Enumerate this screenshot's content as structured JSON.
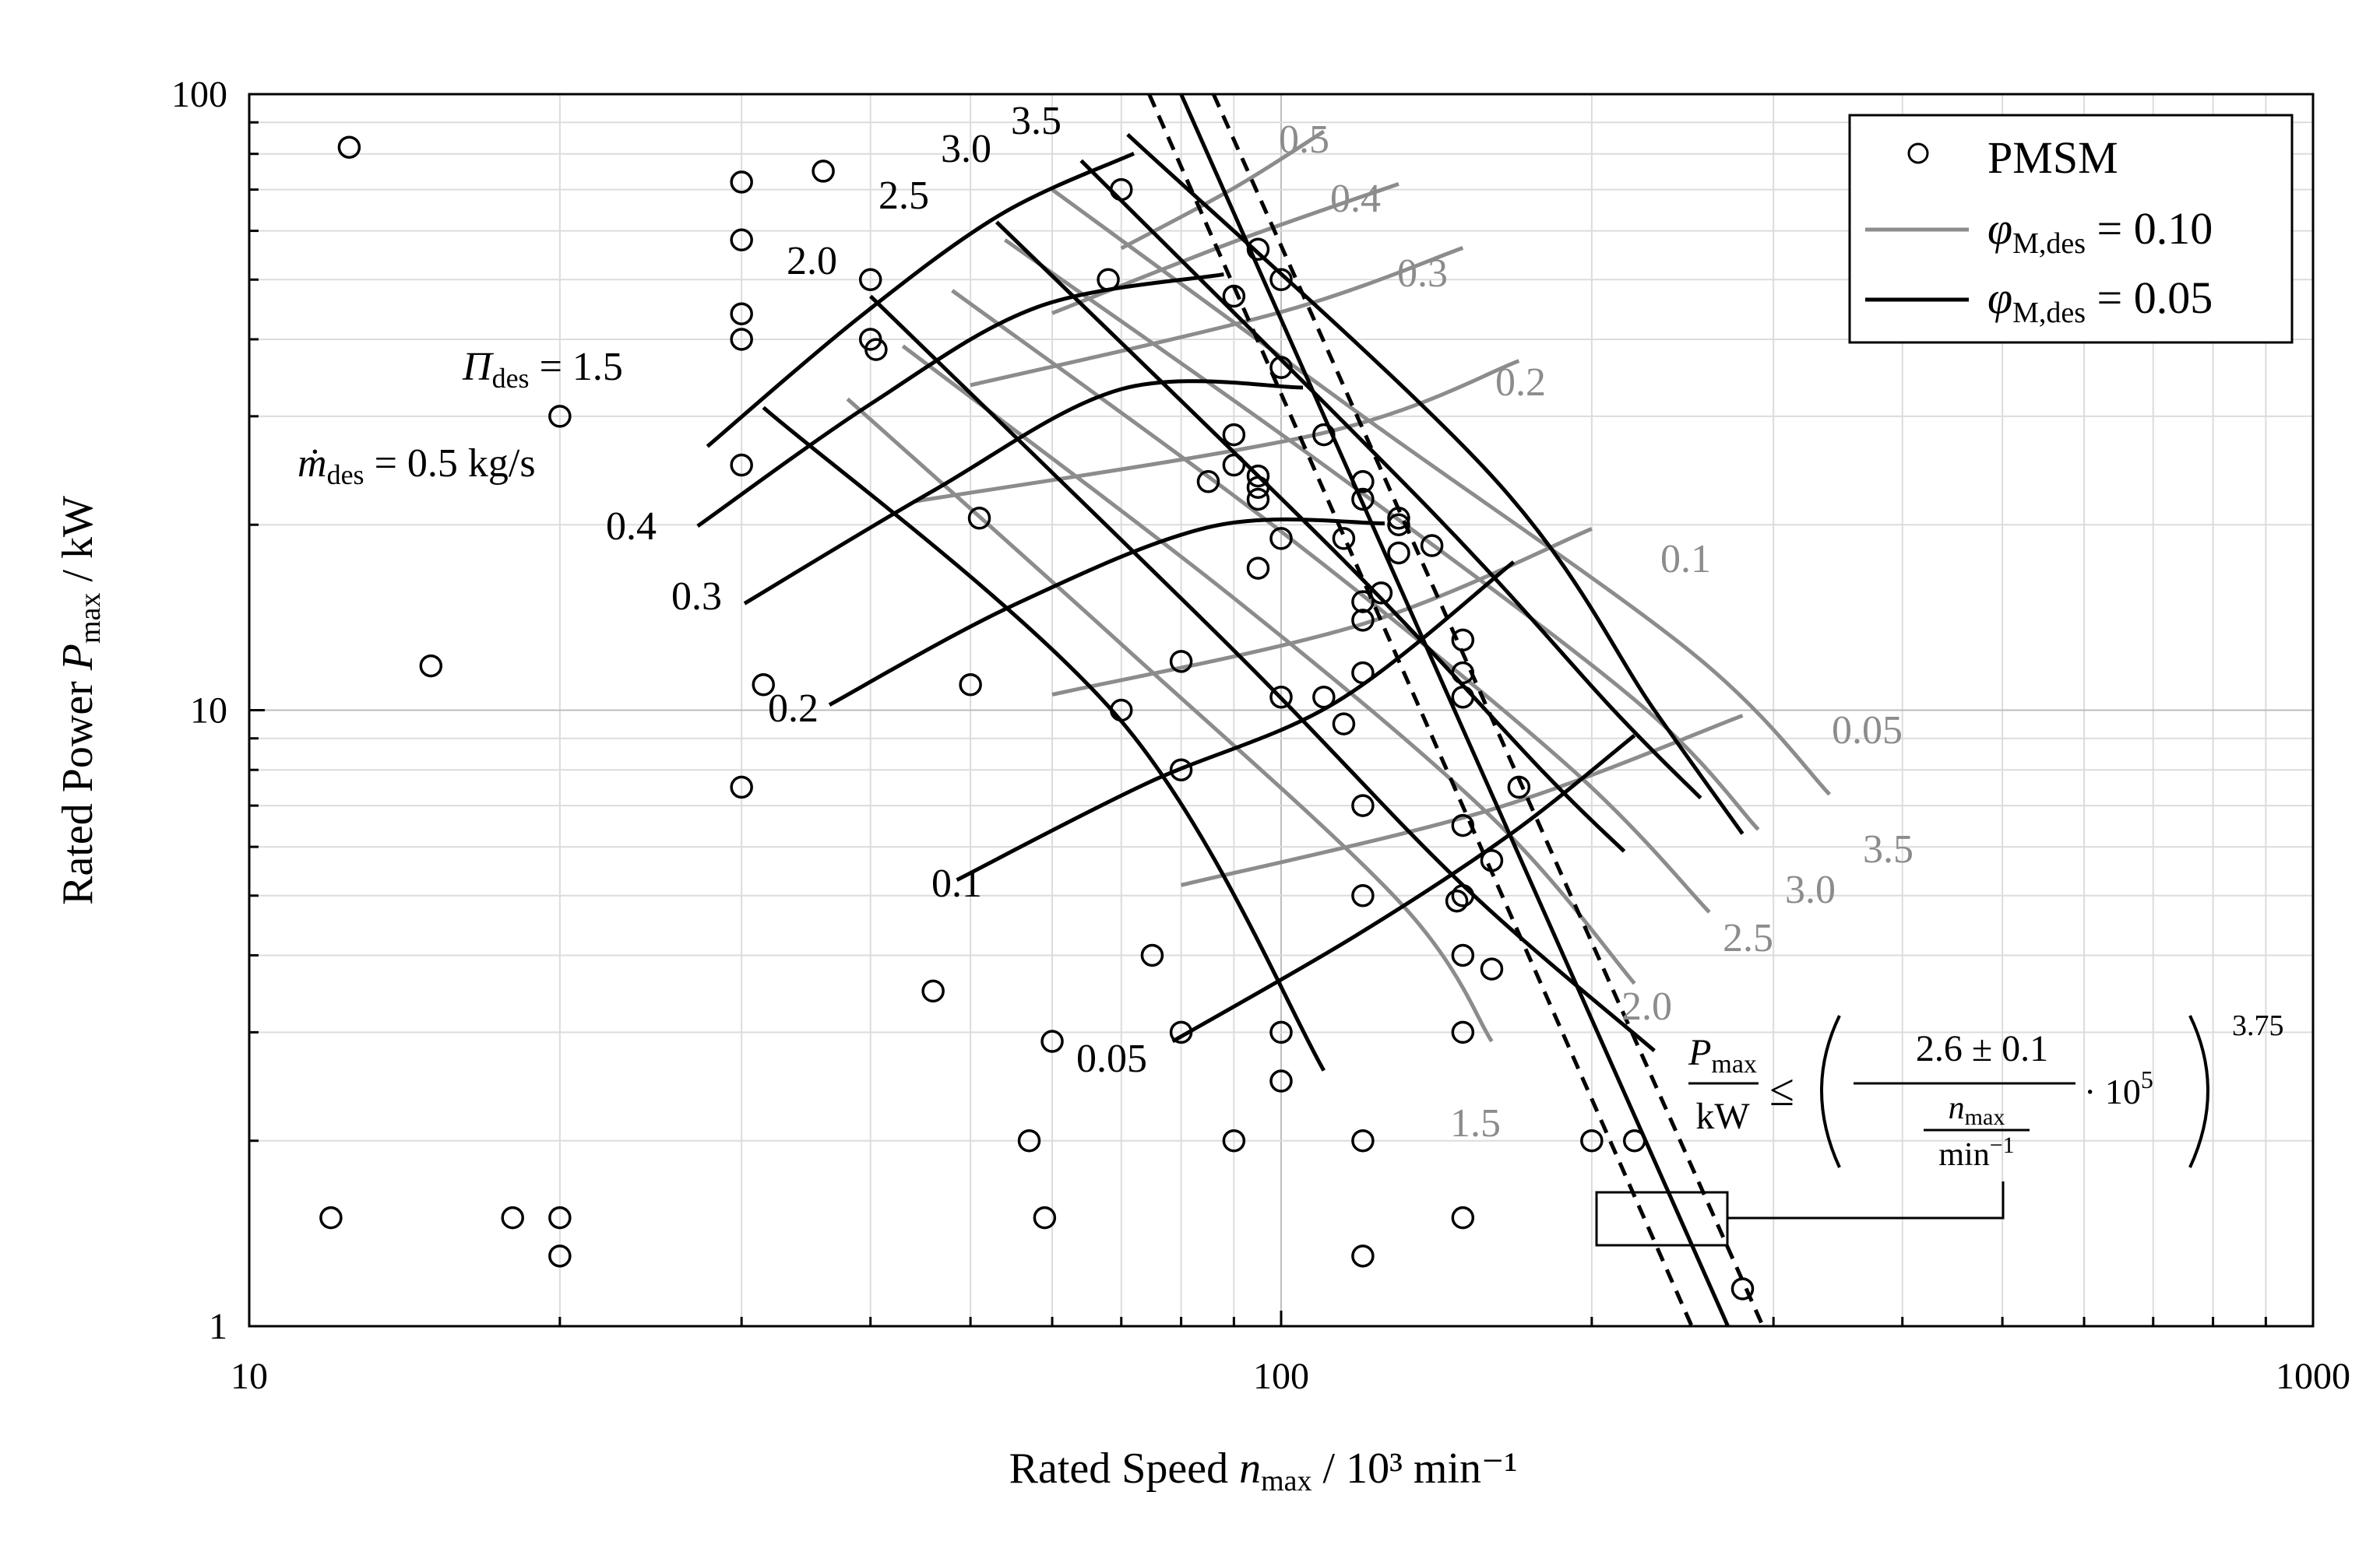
{
  "chart_data": {
    "type": "scatter",
    "x_scale": "log",
    "y_scale": "log",
    "xlim": [
      10,
      1000
    ],
    "ylim": [
      1,
      100
    ],
    "x_ticks": [
      "10",
      "100",
      "1000"
    ],
    "y_ticks": [
      "1",
      "10",
      "100"
    ],
    "grid": true,
    "legend_position": "top-right",
    "xlabel": {
      "main": "Rated Speed ",
      "var": "n",
      "sub": "max",
      "unit": " / 10³ min⁻¹"
    },
    "ylabel": {
      "main": "Rated Power ",
      "var": "P",
      "sub": "max",
      "unit": " / kW"
    },
    "legend": [
      {
        "marker": "circle",
        "text": "PMSM"
      },
      {
        "marker": "line",
        "color": "#8c8c8c",
        "var": "φ",
        "sub": "M,des",
        "text": " = 0.10"
      },
      {
        "marker": "line",
        "color": "#000000",
        "var": "φ",
        "sub": "M,des",
        "text": " = 0.05"
      }
    ],
    "scatter_points": [
      [
        12.5,
        82
      ],
      [
        12,
        1.5
      ],
      [
        15,
        11.8
      ],
      [
        18,
        1.5
      ],
      [
        20,
        1.5
      ],
      [
        20,
        1.3
      ],
      [
        20,
        30
      ],
      [
        30,
        72
      ],
      [
        30,
        58
      ],
      [
        30,
        44
      ],
      [
        30,
        40
      ],
      [
        30,
        25
      ],
      [
        30,
        7.5
      ],
      [
        31.5,
        11
      ],
      [
        36,
        75
      ],
      [
        40,
        50
      ],
      [
        40,
        40
      ],
      [
        40.5,
        38.5
      ],
      [
        46,
        3.5
      ],
      [
        51,
        20.5
      ],
      [
        50,
        11
      ],
      [
        57,
        2
      ],
      [
        60,
        2.9
      ],
      [
        59,
        1.5
      ],
      [
        68,
        50
      ],
      [
        70,
        70
      ],
      [
        70,
        10
      ],
      [
        75,
        4
      ],
      [
        80,
        12
      ],
      [
        80,
        8
      ],
      [
        80,
        3
      ],
      [
        85,
        23.5
      ],
      [
        90,
        47
      ],
      [
        90,
        28
      ],
      [
        90,
        25
      ],
      [
        90,
        2
      ],
      [
        95,
        56
      ],
      [
        95,
        24
      ],
      [
        95,
        23
      ],
      [
        95,
        22
      ],
      [
        95,
        17
      ],
      [
        100,
        50
      ],
      [
        100,
        36
      ],
      [
        100,
        19
      ],
      [
        100,
        10.5
      ],
      [
        100,
        3
      ],
      [
        100,
        2.5
      ],
      [
        110,
        28
      ],
      [
        110,
        10.5
      ],
      [
        115,
        19
      ],
      [
        115,
        9.5
      ],
      [
        120,
        23.5
      ],
      [
        120,
        22
      ],
      [
        120,
        15
      ],
      [
        120,
        14
      ],
      [
        120,
        11.5
      ],
      [
        120,
        7
      ],
      [
        120,
        5
      ],
      [
        120,
        2
      ],
      [
        120,
        1.3
      ],
      [
        125,
        15.5
      ],
      [
        130,
        20.5
      ],
      [
        130,
        20
      ],
      [
        130,
        18
      ],
      [
        140,
        18.5
      ],
      [
        150,
        13
      ],
      [
        150,
        11.5
      ],
      [
        150,
        10.5
      ],
      [
        150,
        6.5
      ],
      [
        150,
        5
      ],
      [
        148,
        4.9
      ],
      [
        150,
        4
      ],
      [
        150,
        3
      ],
      [
        150,
        1.5
      ],
      [
        160,
        5.7
      ],
      [
        160,
        3.8
      ],
      [
        170,
        7.5
      ],
      [
        200,
        2
      ],
      [
        220,
        2
      ],
      [
        280,
        1.15
      ]
    ],
    "mdot_label": {
      "var": "ṁ",
      "sub": "des",
      "text": " = 0.5 kg/s"
    },
    "pi_label": {
      "var": "Π",
      "sub": "des",
      "text": " = 1.5"
    },
    "series_black_mdot": [
      {
        "name": "0.5",
        "points": [
          [
            27.8,
            26.8
          ],
          [
            39,
            43.4
          ],
          [
            53.5,
            63.8
          ],
          [
            72,
            80.1
          ]
        ]
      },
      {
        "name": "0.4",
        "points": [
          [
            27.2,
            19.9
          ],
          [
            40,
            31.4
          ],
          [
            58,
            45.1
          ],
          [
            88,
            51.0
          ]
        ]
      },
      {
        "name": "0.3",
        "points": [
          [
            30.2,
            14.9
          ],
          [
            46,
            22.7
          ],
          [
            70,
            33.2
          ],
          [
            105,
            33.4
          ]
        ]
      },
      {
        "name": "0.2",
        "points": [
          [
            36.5,
            10.2
          ],
          [
            55,
            14.8
          ],
          [
            86,
            19.9
          ],
          [
            126,
            20.1
          ]
        ]
      },
      {
        "name": "0.1",
        "points": [
          [
            48.5,
            5.3
          ],
          [
            74,
            7.6
          ],
          [
            113,
            10.3
          ],
          [
            168,
            17.4
          ]
        ]
      },
      {
        "name": "0.05",
        "points": [
          [
            78.5,
            2.9
          ],
          [
            118,
            4.3
          ],
          [
            167,
            6.3
          ],
          [
            220,
            9.1
          ]
        ]
      }
    ],
    "series_black_pi": [
      {
        "name": "1.5",
        "points": [
          [
            31.5,
            31
          ],
          [
            70,
            9.6
          ],
          [
            110,
            2.6
          ]
        ]
      },
      {
        "name": "2.0",
        "points": [
          [
            40,
            47
          ],
          [
            90,
            12.5
          ],
          [
            150,
            5.2
          ],
          [
            230,
            2.8
          ]
        ]
      },
      {
        "name": "2.5",
        "points": [
          [
            53,
            62
          ],
          [
            115,
            17.5
          ],
          [
            180,
            7.9
          ],
          [
            215,
            5.9
          ]
        ]
      },
      {
        "name": "3.0",
        "points": [
          [
            64,
            78
          ],
          [
            140,
            21
          ],
          [
            210,
            10
          ],
          [
            255,
            7.2
          ]
        ]
      },
      {
        "name": "3.5",
        "points": [
          [
            71,
            86
          ],
          [
            160,
            24
          ],
          [
            230,
            10
          ],
          [
            280,
            6.3
          ]
        ]
      }
    ],
    "series_gray_mdot": [
      {
        "name": "0.5",
        "points": [
          [
            70,
            56.2
          ],
          [
            90,
            70.4
          ],
          [
            110,
            87
          ]
        ]
      },
      {
        "name": "0.4",
        "points": [
          [
            60,
            44.1
          ],
          [
            90,
            57.6
          ],
          [
            130,
            71.5
          ]
        ]
      },
      {
        "name": "0.3",
        "points": [
          [
            50,
            33.7
          ],
          [
            100,
            44.3
          ],
          [
            150,
            56.3
          ]
        ]
      },
      {
        "name": "0.2",
        "points": [
          [
            44,
            21.8
          ],
          [
            110,
            28.2
          ],
          [
            170,
            36.9
          ]
        ]
      },
      {
        "name": "0.1",
        "points": [
          [
            60,
            10.6
          ],
          [
            120,
            13.8
          ],
          [
            200,
            19.7
          ]
        ]
      },
      {
        "name": "0.05",
        "points": [
          [
            80,
            5.2
          ],
          [
            160,
            6.9
          ],
          [
            280,
            9.8
          ]
        ]
      }
    ],
    "series_gray_pi": [
      {
        "name": "1.5",
        "points": [
          [
            38,
            32
          ],
          [
            70,
            12.8
          ],
          [
            130,
            4.9
          ],
          [
            160,
            2.9
          ]
        ]
      },
      {
        "name": "2.0",
        "points": [
          [
            43,
            39
          ],
          [
            90,
            15.2
          ],
          [
            160,
            6.7
          ],
          [
            220,
            3.6
          ]
        ]
      },
      {
        "name": "2.5",
        "points": [
          [
            48,
            48
          ],
          [
            100,
            19.5
          ],
          [
            190,
            8.1
          ],
          [
            260,
            4.7
          ]
        ]
      },
      {
        "name": "3.0",
        "points": [
          [
            54,
            58
          ],
          [
            110,
            25
          ],
          [
            220,
            10.4
          ],
          [
            290,
            6.4
          ]
        ]
      },
      {
        "name": "3.5",
        "points": [
          [
            60,
            70
          ],
          [
            120,
            30
          ],
          [
            250,
            12.4
          ],
          [
            340,
            7.3
          ]
        ]
      }
    ],
    "bound_lines": [
      {
        "style": "solid",
        "points": [
          [
            80,
            100
          ],
          [
            271,
            1
          ]
        ]
      },
      {
        "style": "dashed",
        "points": [
          [
            74.5,
            100
          ],
          [
            250,
            1
          ]
        ]
      },
      {
        "style": "dashed",
        "points": [
          [
            86,
            100
          ],
          [
            293,
            1
          ]
        ]
      }
    ],
    "bound_formula": {
      "lhs_num": "P",
      "lhs_num_sub": "max",
      "lhs_den": "kW",
      "rel": "≤",
      "coef": "2.6 ± 0.1",
      "inner_num": "n",
      "inner_num_sub": "max",
      "inner_den": "min",
      "inner_den_sup": "−1",
      "mul": "· 10",
      "mul_sup": "5",
      "exponent": "3.75"
    }
  }
}
